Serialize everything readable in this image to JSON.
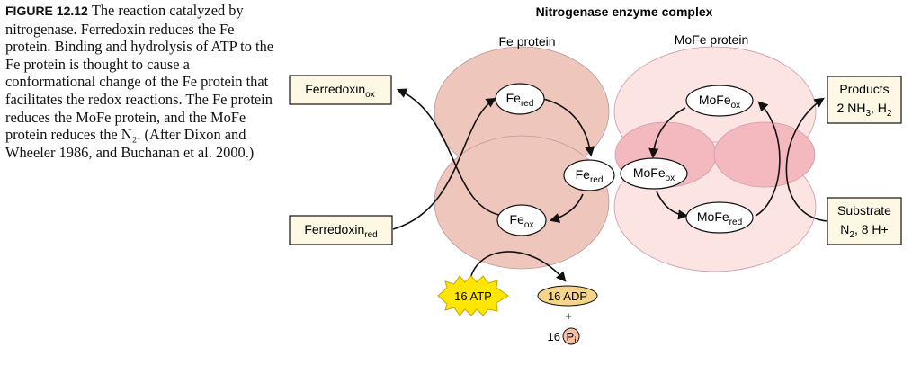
{
  "caption": {
    "figure_label": "FIGURE 12.12",
    "text": "The reaction catalyzed by nitrogenase. Ferredoxin reduces the Fe protein. Binding and hydrolysis of ATP to the Fe protein is thought to cause a conformational change of the Fe protein that facilitates the redox reactions. The Fe protein reduces the MoFe protein, and the MoFe protein reduces the N₂. (After Dixon and Wheeler 1986, and Buchanan et al. 2000.)"
  },
  "diagram": {
    "title": "Nitrogenase enzyme complex",
    "fe_protein_label": "Fe protein",
    "mofe_protein_label": "MoFe protein",
    "nodes": {
      "fe_red_top": {
        "base": "Fe",
        "sub": "red"
      },
      "fe_red_mid": {
        "base": "Fe",
        "sub": "red"
      },
      "fe_ox": {
        "base": "Fe",
        "sub": "ox"
      },
      "mofe_ox_top": {
        "base": "MoFe",
        "sub": "ox"
      },
      "mofe_ox_mid": {
        "base": "MoFe",
        "sub": "ox"
      },
      "mofe_red": {
        "base": "MoFe",
        "sub": "red"
      }
    },
    "ferredoxin_ox": {
      "base": "Ferredoxin",
      "sub": "ox"
    },
    "ferredoxin_red": {
      "base": "Ferredoxin",
      "sub": "red"
    },
    "products": {
      "line1": "Products",
      "line2_a": "2 NH",
      "line2_sub": "3",
      "line2_b": ", H",
      "line2_sub2": "2"
    },
    "substrate": {
      "line1": "Substrate",
      "line2_a": "N",
      "line2_sub": "2",
      "line2_b": ", 8 H+"
    },
    "atp": "16 ATP",
    "adp": "16 ADP",
    "plus": "+",
    "pi_count": "16",
    "pi_letter": "P",
    "pi_sub": "i"
  },
  "colors": {
    "fe_protein_fill": "#efc6bb",
    "mofe_protein_fill": "#fbe4e2",
    "interface_fill": "#f4b9bf",
    "box_fill": "#fdf8e4",
    "atp_fill": "#ffe600",
    "adp_fill": "#f6d58b",
    "pi_fill": "#f4c1a4"
  }
}
